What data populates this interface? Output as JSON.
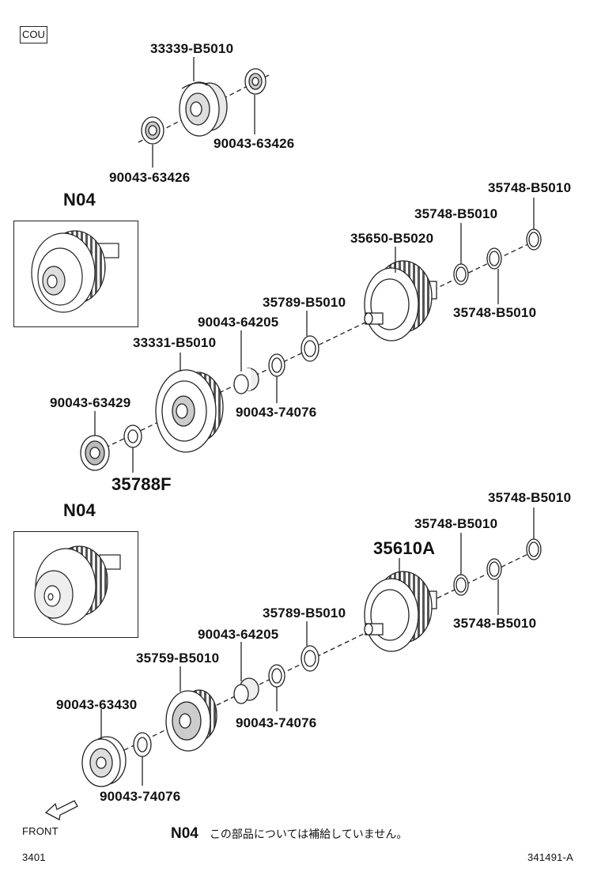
{
  "header": {
    "tag": "COU"
  },
  "insets": [
    "N04",
    "N04"
  ],
  "group1": {
    "p1": "33339-B5010",
    "p2": "90043-63426",
    "p3": "90043-63426"
  },
  "group2": {
    "a": "35748-B5010",
    "b": "35748-B5010",
    "c": "35650-B5020",
    "d": "35748-B5010",
    "e": "35789-B5010",
    "f": "90043-64205",
    "g": "33331-B5010",
    "h": "90043-63429",
    "i": "90043-74076",
    "j": "35788F"
  },
  "group3": {
    "a": "35748-B5010",
    "b": "35748-B5010",
    "c": "35610A",
    "d": "35748-B5010",
    "e": "35789-B5010",
    "f": "90043-64205",
    "g": "35759-B5010",
    "h": "90043-63430",
    "i": "90043-74076",
    "j": "90043-74076"
  },
  "front_label": "FRONT",
  "footnote": {
    "code": "N04",
    "text": "この部品については補給していません。"
  },
  "footer": {
    "left": "3401",
    "right": "341491-A"
  }
}
